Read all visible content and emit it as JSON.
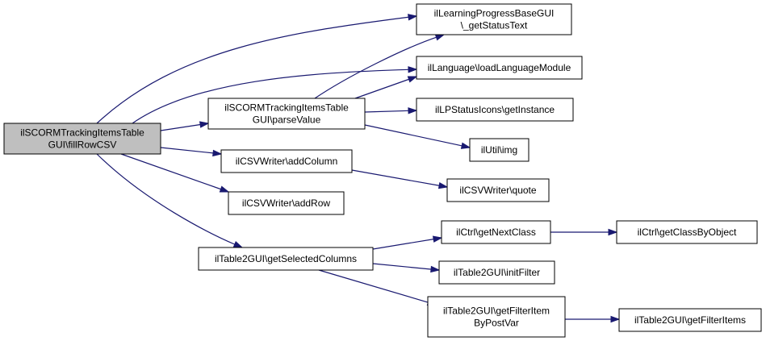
{
  "graph": {
    "colors": {
      "edge": "#191970",
      "node_fill": "#ffffff",
      "root_fill": "#bfbfbf",
      "node_border": "#000000"
    },
    "nodes": [
      {
        "id": "root",
        "lines": [
          "ilSCORMTrackingItemsTable",
          "GUI\\fillRowCSV"
        ],
        "root": true
      },
      {
        "id": "status",
        "lines": [
          "ilLearningProgressBaseGUI",
          "\\_getStatusText"
        ]
      },
      {
        "id": "lang",
        "lines": [
          "ilLanguage\\loadLanguageModule"
        ]
      },
      {
        "id": "parse",
        "lines": [
          "ilSCORMTrackingItemsTable",
          "GUI\\parseValue"
        ]
      },
      {
        "id": "lpicons",
        "lines": [
          "ilLPStatusIcons\\getInstance"
        ]
      },
      {
        "id": "img",
        "lines": [
          "ilUtil\\img"
        ]
      },
      {
        "id": "addcol",
        "lines": [
          "ilCSVWriter\\addColumn"
        ]
      },
      {
        "id": "quote",
        "lines": [
          "ilCSVWriter\\quote"
        ]
      },
      {
        "id": "addrow",
        "lines": [
          "ilCSVWriter\\addRow"
        ]
      },
      {
        "id": "nextclass",
        "lines": [
          "ilCtrl\\getNextClass"
        ]
      },
      {
        "id": "classbyobj",
        "lines": [
          "ilCtrl\\getClassByObject"
        ]
      },
      {
        "id": "selcols",
        "lines": [
          "ilTable2GUI\\getSelectedColumns"
        ]
      },
      {
        "id": "initfilter",
        "lines": [
          "ilTable2GUI\\initFilter"
        ]
      },
      {
        "id": "filteritem",
        "lines": [
          "ilTable2GUI\\getFilterItem",
          "ByPostVar"
        ]
      },
      {
        "id": "filteritems",
        "lines": [
          "ilTable2GUI\\getFilterItems"
        ]
      }
    ],
    "edges": [
      {
        "from": "root",
        "to": "status"
      },
      {
        "from": "root",
        "to": "lang"
      },
      {
        "from": "root",
        "to": "parse"
      },
      {
        "from": "root",
        "to": "addcol"
      },
      {
        "from": "root",
        "to": "addrow"
      },
      {
        "from": "root",
        "to": "selcols"
      },
      {
        "from": "parse",
        "to": "status"
      },
      {
        "from": "parse",
        "to": "lang"
      },
      {
        "from": "parse",
        "to": "lpicons"
      },
      {
        "from": "parse",
        "to": "img"
      },
      {
        "from": "addcol",
        "to": "quote"
      },
      {
        "from": "selcols",
        "to": "nextclass"
      },
      {
        "from": "selcols",
        "to": "initfilter"
      },
      {
        "from": "selcols",
        "to": "filteritem"
      },
      {
        "from": "nextclass",
        "to": "classbyobj"
      },
      {
        "from": "filteritem",
        "to": "filteritems"
      }
    ]
  }
}
